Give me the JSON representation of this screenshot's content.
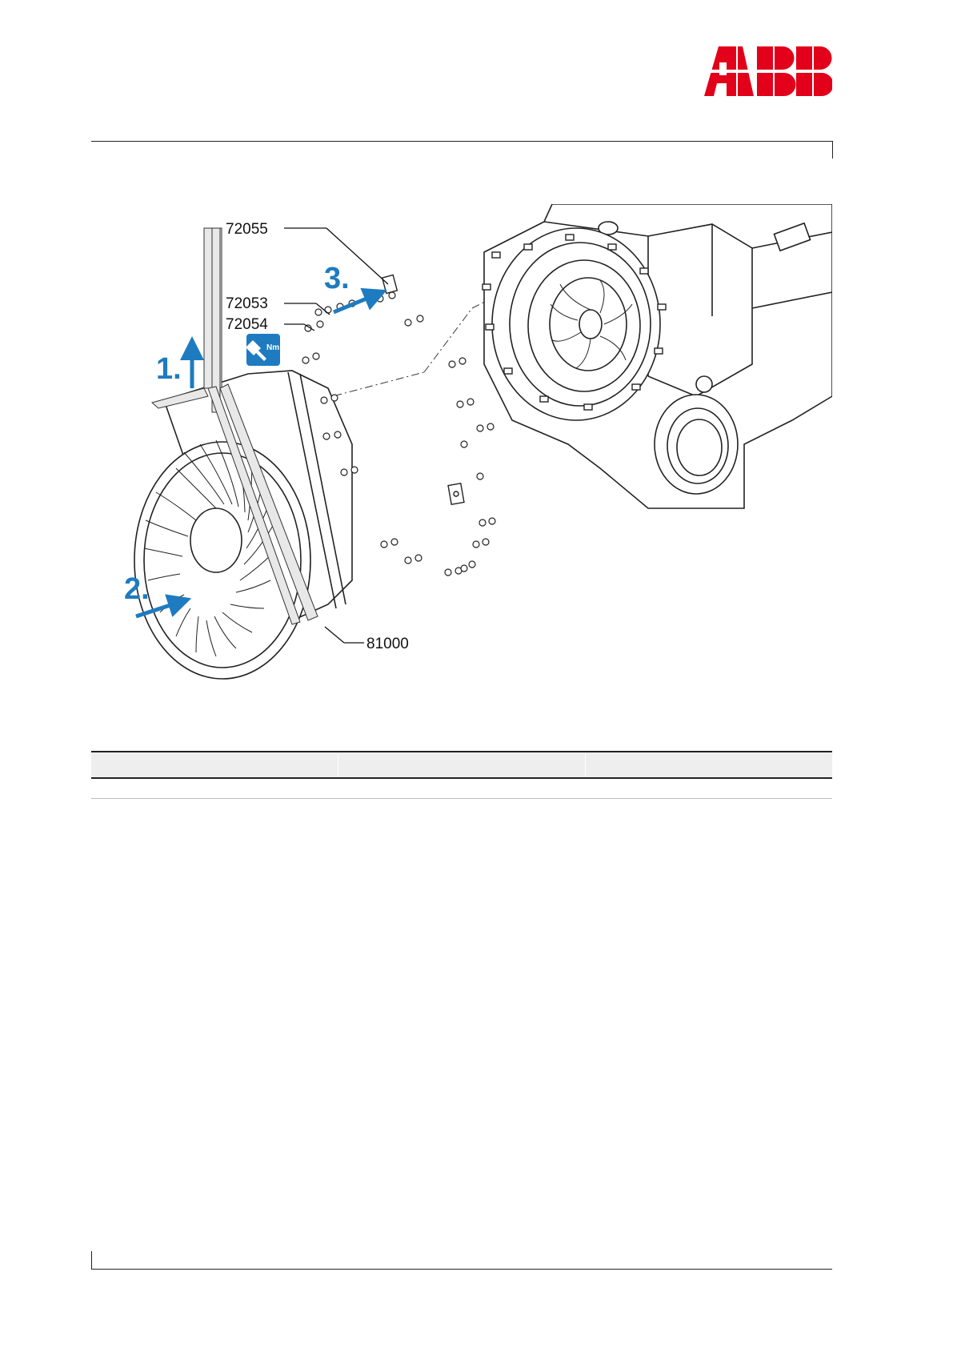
{
  "header": {
    "logo_text": "ABB",
    "brand_color": "#e2001a"
  },
  "figure": {
    "callouts": {
      "c1": "72055",
      "c2": "72053",
      "c3": "72054",
      "c4": "81000"
    },
    "steps": {
      "s1": "1.",
      "s2": "2.",
      "s3": "3."
    },
    "torque_icon_label": "Nm",
    "accent_color": "#1e7bc0"
  },
  "table": {
    "columns": [
      "",
      "",
      ""
    ],
    "rows": []
  }
}
